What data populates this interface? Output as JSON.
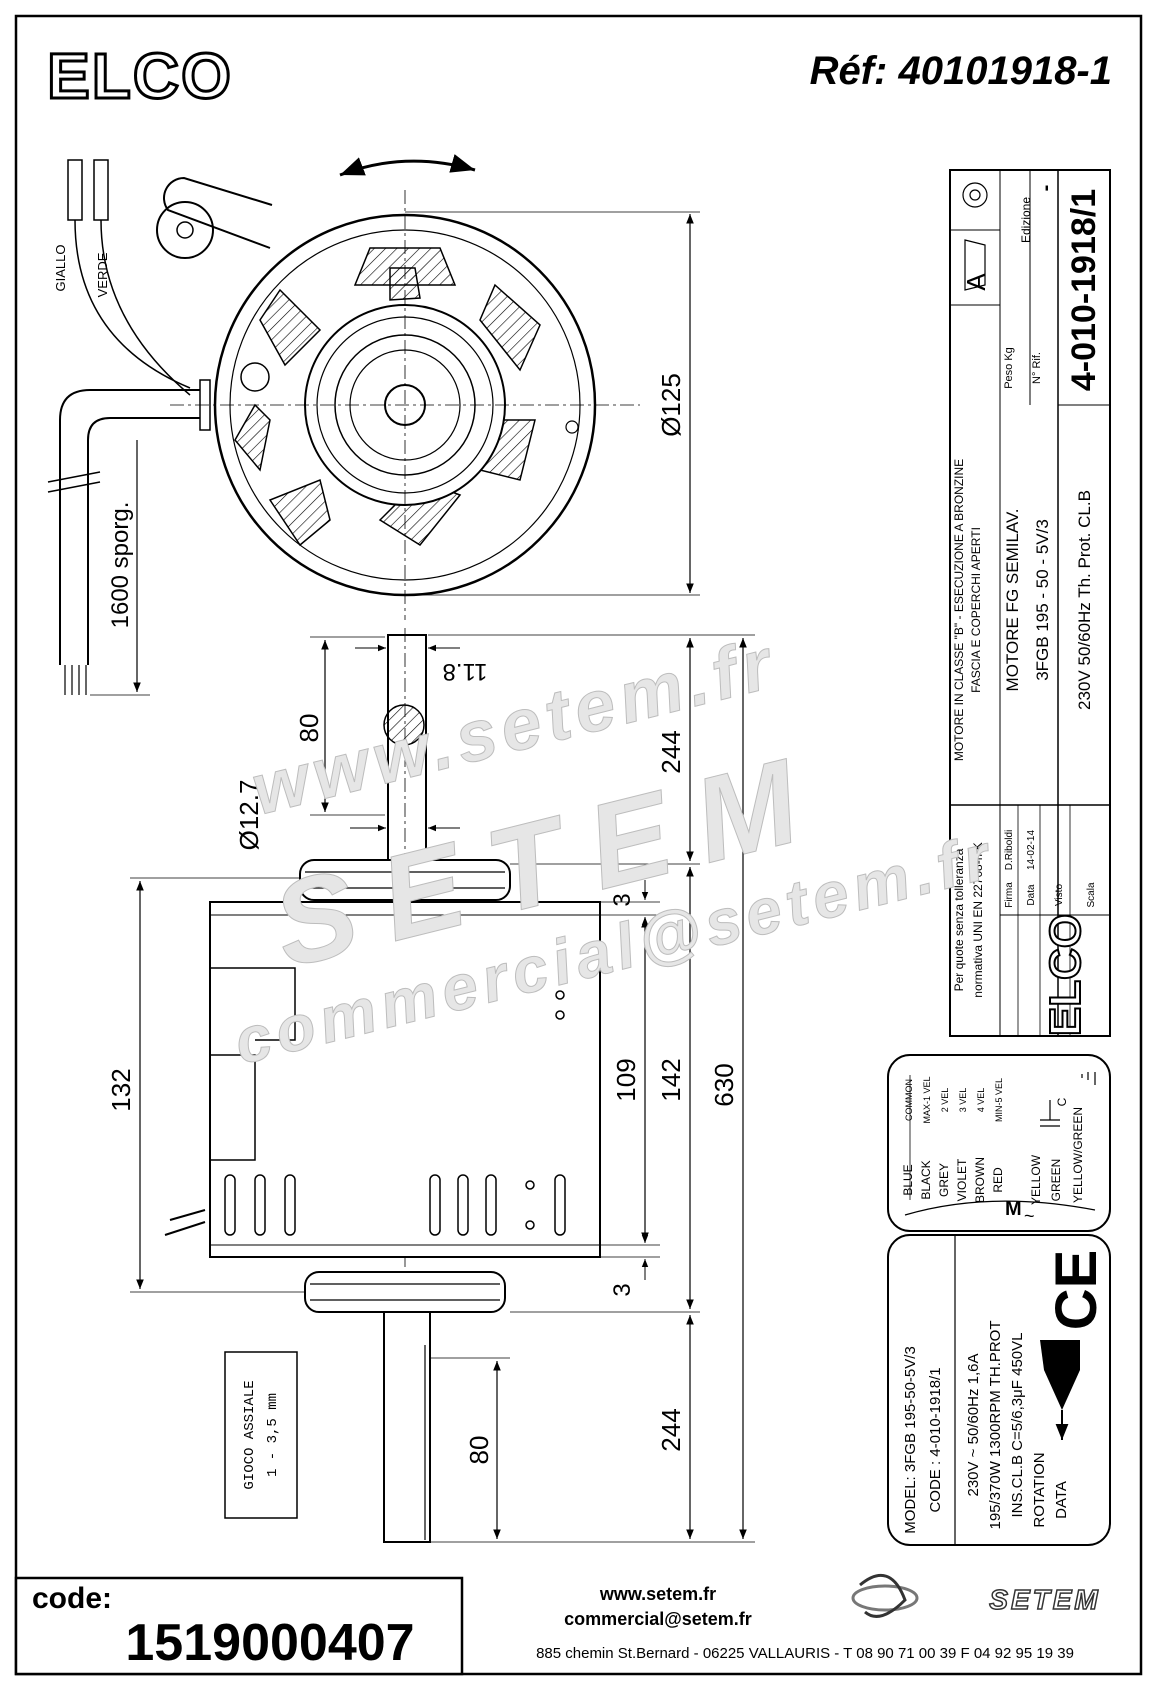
{
  "header": {
    "logo_text": "ELCO",
    "reference": "Réf: 40101918-1"
  },
  "drawing": {
    "wire_labels": [
      "GIALLO",
      "VERDE"
    ],
    "cable_length": "1600 sporg.",
    "dimensions": {
      "diameter": "Ø125",
      "shaft_flat": "11.8",
      "shaft_upper_len": "80",
      "shaft_diameter": "Ø12.7",
      "shaft_upper_total": "244",
      "gap_top": "3",
      "gap_bottom": "3",
      "body_inner": "109",
      "body_outer": "142",
      "body_total": "132",
      "overall": "630",
      "shaft_lower_total": "244",
      "shaft_lower_len": "80"
    },
    "axial_play": [
      "GIOCO ASSIALE",
      "1 - 3,5 mm"
    ]
  },
  "title_block": {
    "edition_label": "Edizione",
    "edition_value": "-",
    "drawing_number": "4-010-1918/1",
    "class_letter": "A",
    "weight_label": "Peso Kg",
    "ref_label": "N° Rif.",
    "note_line1": "MOTORE IN CLASSE \"B\"  -  ESECUZIONE A BRONZINE",
    "note_line2": "FASCIA E COPERCHI APERTI",
    "desc_line1": "MOTORE FG  SEMILAV.",
    "desc_line2": "3FGB 195 - 50 - 5V/3",
    "desc_line3": "230V   50/60Hz  Th. Prot.  CL.B",
    "tolerance_line1": "Per quote senza tolleranza",
    "tolerance_line2": "normativa UNI EN 22768-mK",
    "signature_label": "Firma",
    "signature_value": "D.Riboldi",
    "date_label": "Data",
    "date_value": "14-02-14",
    "visto_label": "Visto",
    "scale_label": "Scala",
    "logo_text": "ELCO"
  },
  "wiring": {
    "colors": [
      "BLUE",
      "BLACK",
      "GREY",
      "VIOLET",
      "BROWN",
      "RED",
      "YELLOW",
      "GREEN",
      "YELLOW/GREEN"
    ],
    "speeds": [
      "COMMON",
      "MAX-1 VEL",
      "2 VEL",
      "3 VEL",
      "4 VEL",
      "MIN-5 VEL",
      "C",
      ""
    ],
    "motor_symbol": "M",
    "motor_tilde": "~"
  },
  "nameplate": {
    "model": "MODEL: 3FGB 195-50-5V/3",
    "code": "CODE : 4-010-1918/1",
    "row1": "230V ~   50/60Hz    1,6A",
    "row2": "195/370W  1300RPM  TH.PROT",
    "row3": "INS.CL.B  C=5/6,3μF  450VL",
    "row4": "ROTATION",
    "row5": "DATA",
    "ce_mark": "CE"
  },
  "watermark": {
    "url": "www.setem.fr",
    "brand": "SETEM",
    "email": "commercial@setem.fr"
  },
  "footer": {
    "code_label": "code:",
    "code_value": "1519000407",
    "web": "www.setem.fr",
    "email": "commercial@setem.fr",
    "address": "885 chemin St.Bernard  -  06225 VALLAURIS  -  T 08 90 71 00 39   F 04 92 95 19 39",
    "brand": "SETEM"
  }
}
